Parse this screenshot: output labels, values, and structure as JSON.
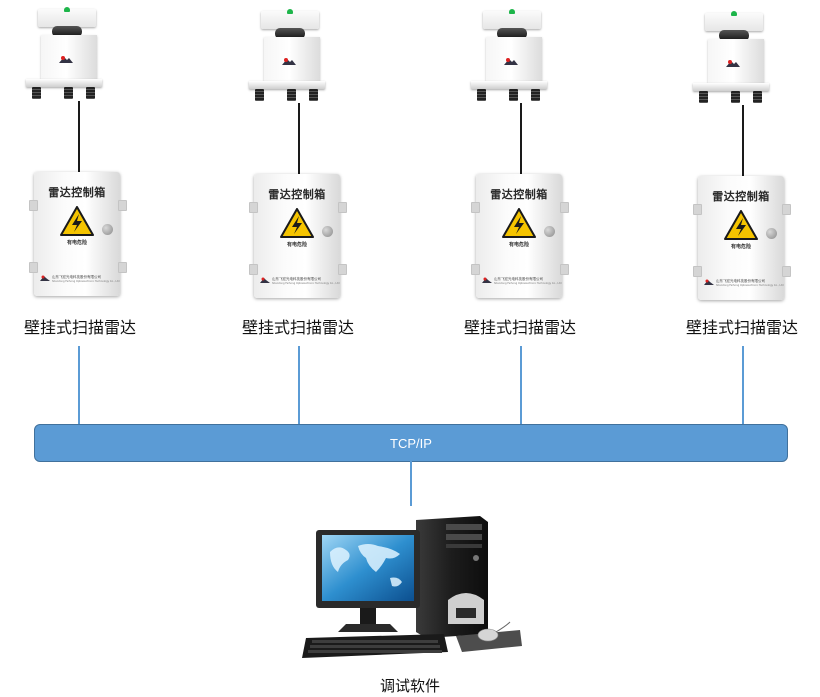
{
  "radars": [
    {
      "box_title": "雷达控制箱",
      "label": "壁挂式扫描雷达"
    },
    {
      "box_title": "雷达控制箱",
      "label": "壁挂式扫描雷达"
    },
    {
      "box_title": "雷达控制箱",
      "label": "壁挂式扫描雷达"
    },
    {
      "box_title": "雷达控制箱",
      "label": "壁挂式扫描雷达"
    }
  ],
  "network": {
    "label": "TCP/IP"
  },
  "computer": {
    "label": "调试软件"
  },
  "colors": {
    "bus": "#5b9bd5",
    "bus_border": "#41719c",
    "warning": "#f5c400",
    "led": "#1db54a"
  },
  "icons": [
    "radar-sensor-icon",
    "control-box-icon",
    "high-voltage-warning-icon",
    "computer-workstation-icon"
  ]
}
